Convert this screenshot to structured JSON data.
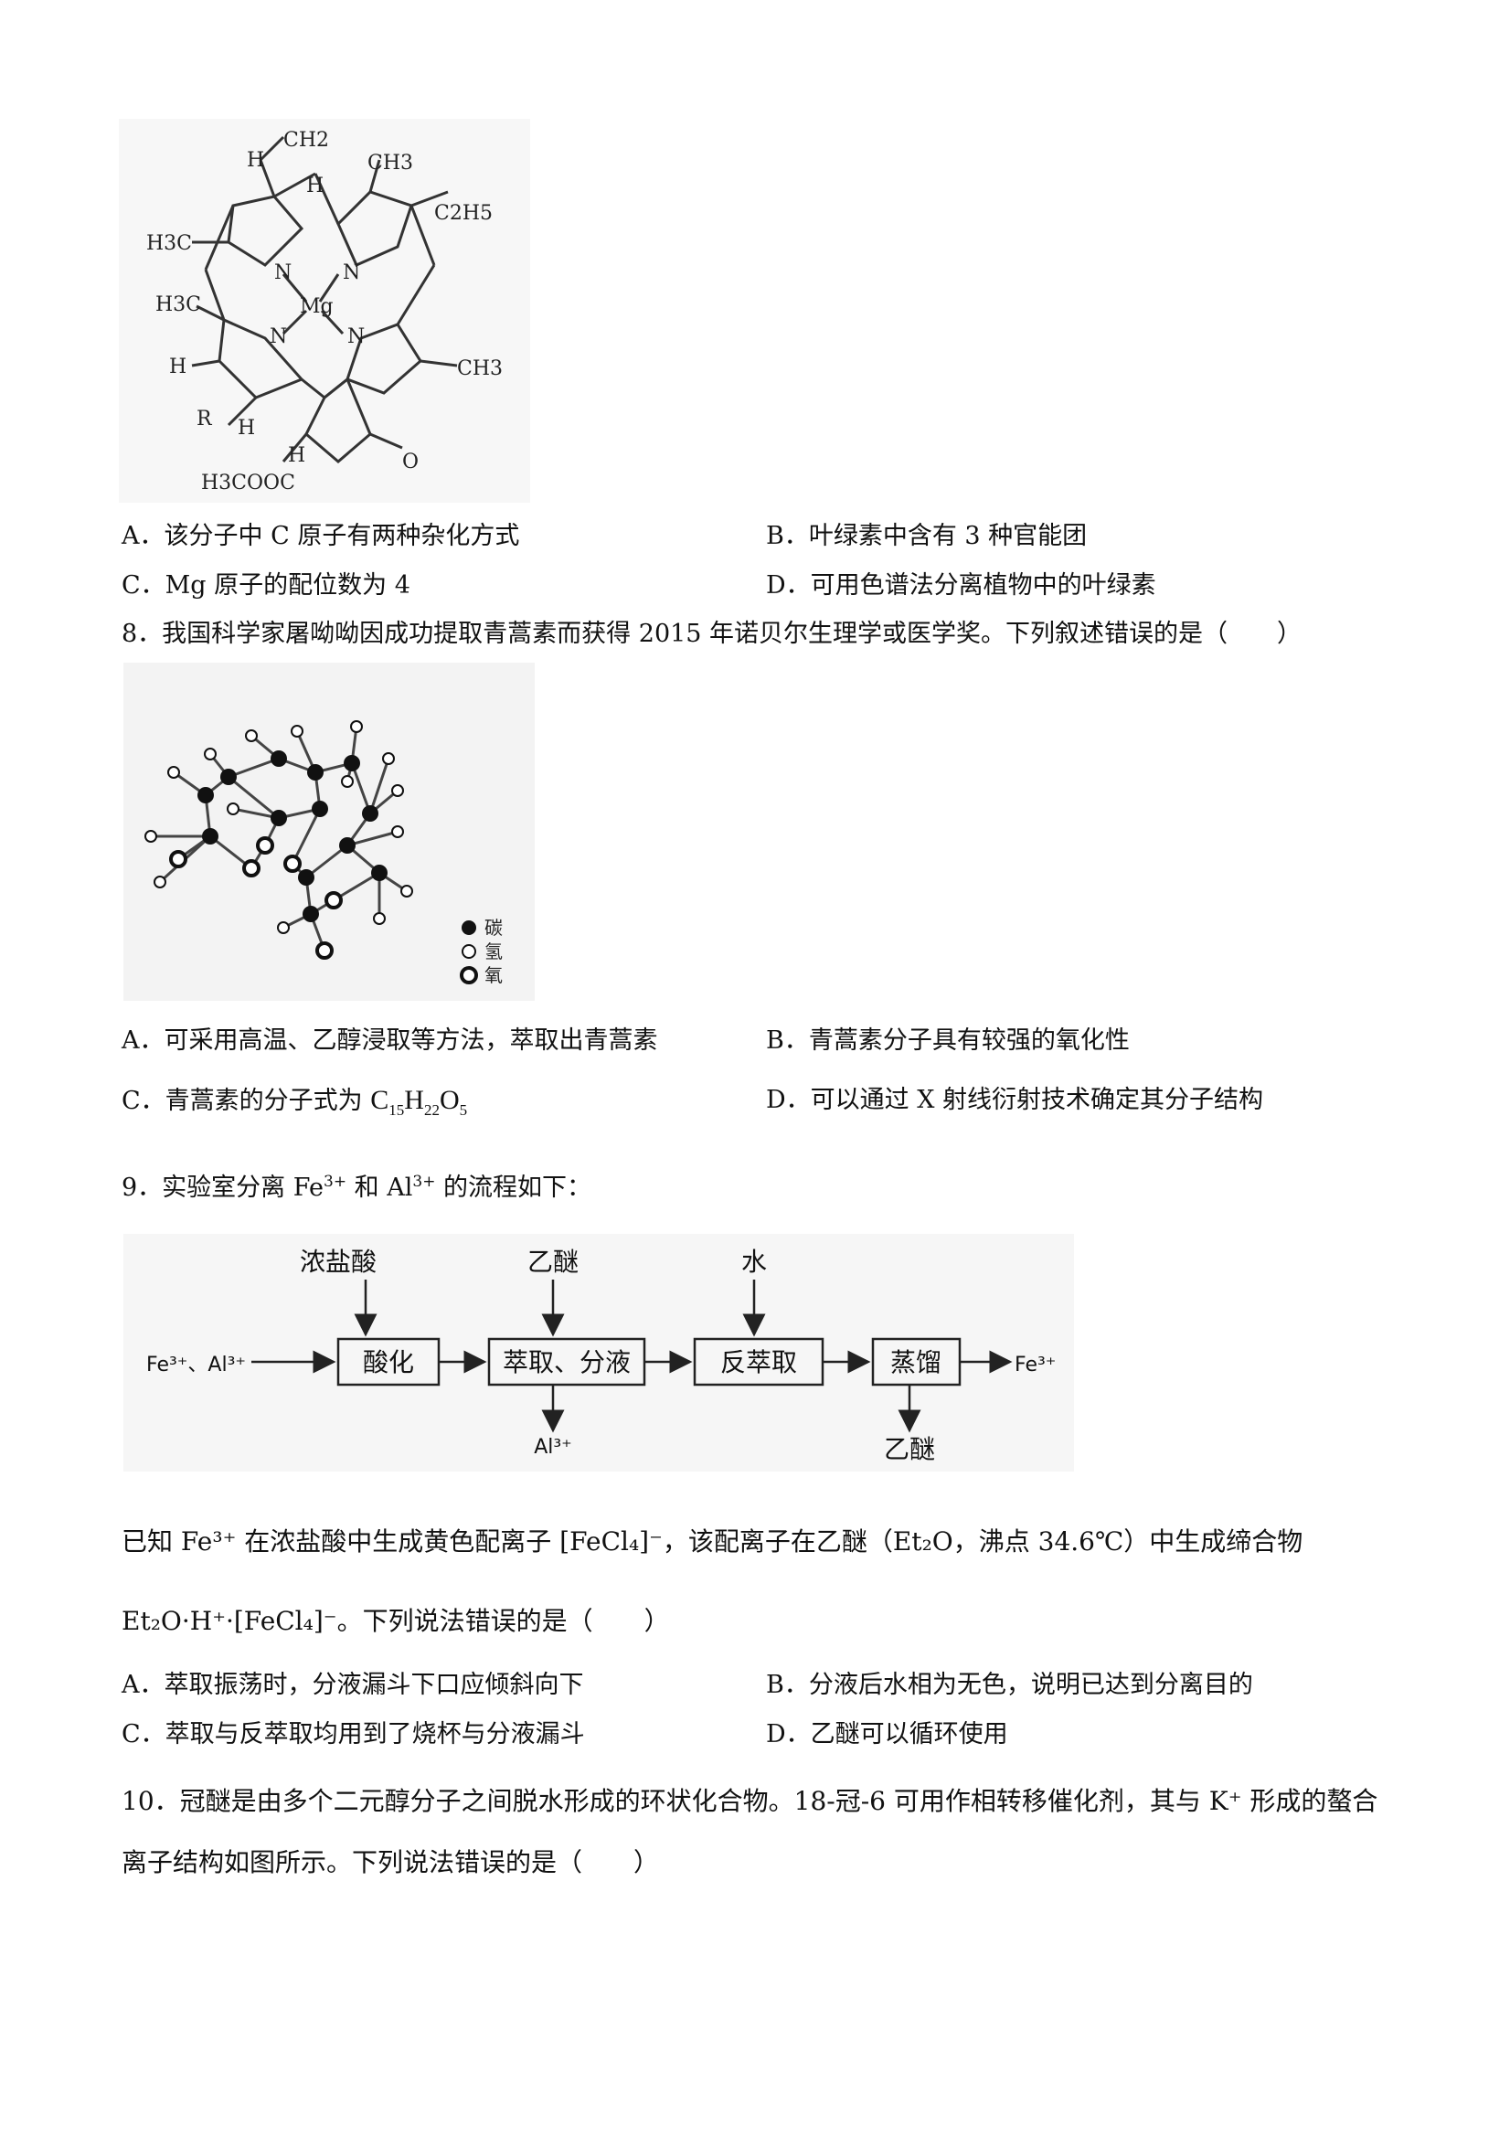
{
  "q7": {
    "molecule": {
      "atoms": [
        "H",
        "CH2",
        "H",
        "CH3",
        "H3C",
        "C2H5",
        "N",
        "N",
        "Mg",
        "N",
        "N",
        "H3C",
        "H",
        "R",
        "H",
        "CH3",
        "H",
        "H3COOC",
        "O"
      ]
    },
    "optA": "A．该分子中 C 原子有两种杂化方式",
    "optB": "B．叶绿素中含有 3 种官能团",
    "optC": "C．Mg 原子的配位数为 4",
    "optD": "D．可用色谱法分离植物中的叶绿素"
  },
  "q8": {
    "stem": "8．我国科学家屠呦呦因成功提取青蒿素而获得 2015 年诺贝尔生理学或医学奖。下列叙述错误的是（　　）",
    "legend": [
      "碳",
      "氢",
      "氧"
    ],
    "optA": "A．可采用高温、乙醇浸取等方法，萃取出青蒿素",
    "optB": "B．青蒿素分子具有较强的氧化性",
    "optC_pre": "C．青蒿素的分子式为 ",
    "optC_formula": [
      "C",
      "15",
      "H",
      "22",
      "O",
      "5"
    ],
    "optD": "D．可以通过 X 射线衍射技术确定其分子结构"
  },
  "q9": {
    "stem_pre": "9．实验室分离 Fe",
    "stem_sup1": "3+",
    "stem_mid": " 和 Al",
    "stem_sup2": "3+",
    "stem_post": " 的流程如下：",
    "flow": {
      "inputs": [
        "浓盐酸",
        "乙醚",
        "水"
      ],
      "start": "Fe³⁺、Al³⁺",
      "boxes": [
        "酸化",
        "萃取、分液",
        "反萃取",
        "蒸馏"
      ],
      "out_right": "Fe³⁺",
      "out_down1": "Al³⁺",
      "out_down2": "乙醚"
    },
    "known_line1": "已知 Fe³⁺ 在浓盐酸中生成黄色配离子 [FeCl₄]⁻，该配离子在乙醚（Et₂O，沸点 34.6℃）中生成缔合物",
    "known_line2": "Et₂O·H⁺·[FeCl₄]⁻。下列说法错误的是（　　）",
    "optA": "A．萃取振荡时，分液漏斗下口应倾斜向下",
    "optB": "B．分液后水相为无色，说明已达到分离目的",
    "optC": "C．萃取与反萃取均用到了烧杯与分液漏斗",
    "optD": "D．乙醚可以循环使用"
  },
  "q10": {
    "line1": "10．冠醚是由多个二元醇分子之间脱水形成的环状化合物。18-冠-6 可用作相转移催化剂，其与 K⁺ 形成的螯合",
    "line2": "离子结构如图所示。下列说法错误的是（　　）"
  }
}
